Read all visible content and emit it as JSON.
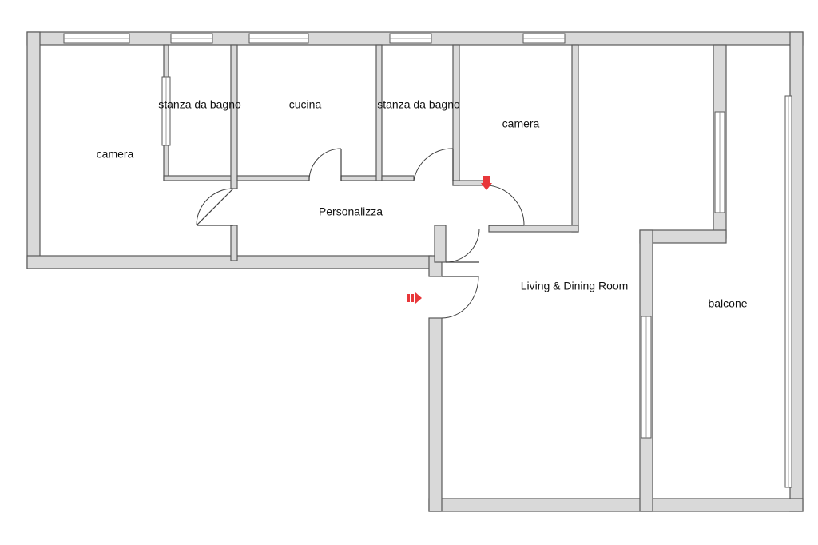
{
  "floor_plan": {
    "rooms": {
      "camera_left": "camera",
      "bagno_1": "stanza da bagno",
      "cucina": "cucina",
      "bagno_2": "stanza da bagno",
      "camera_right": "camera",
      "corridor": "Personalizza",
      "living": "Living & Dining Room",
      "balcone": "balcone"
    },
    "colors": {
      "wall_fill": "#d9d9d9",
      "wall_outline": "#595959",
      "marker": "#e8373a"
    },
    "icons": [
      "entrance-arrow-icon",
      "view-arrow-icon"
    ]
  }
}
